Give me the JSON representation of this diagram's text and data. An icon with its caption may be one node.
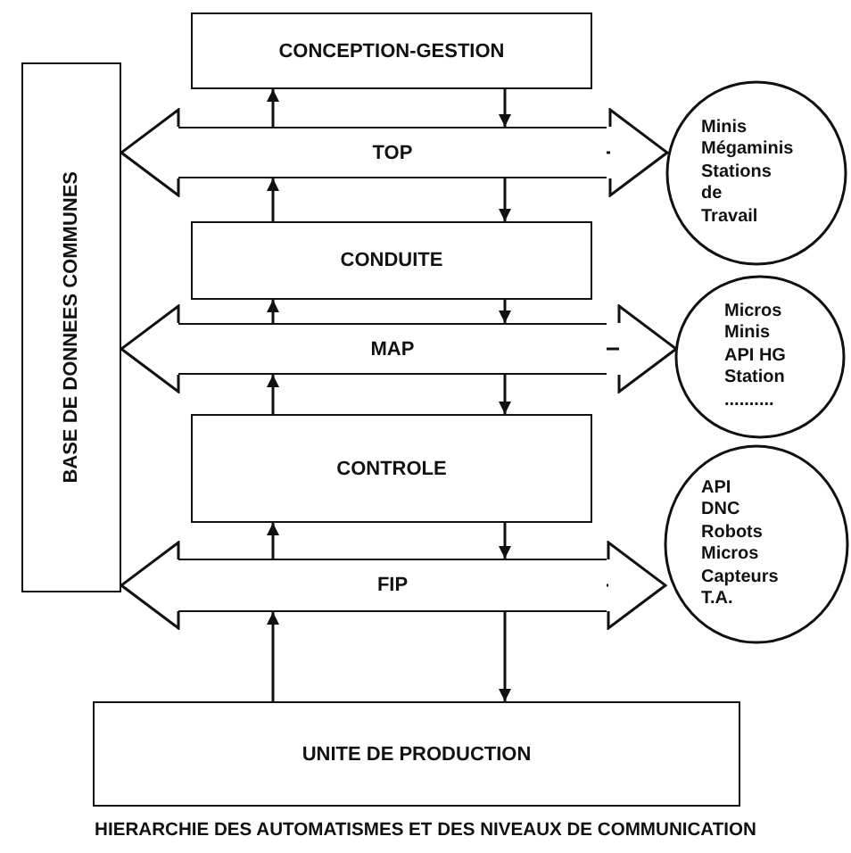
{
  "diagram": {
    "caption": "HIERARCHIE DES AUTOMATISMES ET DES NIVEAUX DE COMMUNICATION",
    "nodes": [
      {
        "text": [
          "BASE DE DONNEES COMMUNES"
        ]
      },
      {
        "text": [
          "CONCEPTION-GESTION"
        ]
      },
      {
        "text": [
          "TOP"
        ]
      },
      {
        "text": [
          "Minis Mégaminis Stations de Travail"
        ]
      },
      {
        "text": [
          "CONDUITE"
        ]
      },
      {
        "text": [
          "MAP"
        ]
      },
      {
        "text": [
          "Micros Minis API HG Station .........."
        ]
      },
      {
        "text": [
          "CONTROLE"
        ]
      },
      {
        "text": [
          "FIP"
        ]
      },
      {
        "text": [
          "API DNC Robots Micros Capteurs T.A."
        ]
      },
      {
        "text": [
          "UNITE DE PRODUCTION"
        ]
      }
    ],
    "edges": [
      {
        "from": 2,
        "to": 0,
        "arrow": "to"
      },
      {
        "from": 2,
        "to": 3,
        "arrow": "to"
      },
      {
        "from": 5,
        "to": 0,
        "arrow": "to"
      },
      {
        "from": 5,
        "to": 6,
        "arrow": "to"
      },
      {
        "from": 8,
        "to": 0,
        "arrow": "to"
      },
      {
        "from": 8,
        "to": 9,
        "arrow": "to"
      },
      {
        "from": 2,
        "to": 1,
        "arrow": "to"
      },
      {
        "from": 1,
        "to": 2,
        "arrow": "to"
      },
      {
        "from": 4,
        "to": 2,
        "arrow": "to"
      },
      {
        "from": 2,
        "to": 4,
        "arrow": "to"
      },
      {
        "from": 5,
        "to": 4,
        "arrow": "to"
      },
      {
        "from": 4,
        "to": 5,
        "arrow": "to"
      },
      {
        "from": 7,
        "to": 5,
        "arrow": "to"
      },
      {
        "from": 5,
        "to": 7,
        "arrow": "to"
      },
      {
        "from": 8,
        "to": 7,
        "arrow": "to"
      },
      {
        "from": 7,
        "to": 8,
        "arrow": "to"
      },
      {
        "from": 10,
        "to": 8,
        "arrow": "to"
      },
      {
        "from": 8,
        "to": 10,
        "arrow": "to"
      }
    ]
  }
}
